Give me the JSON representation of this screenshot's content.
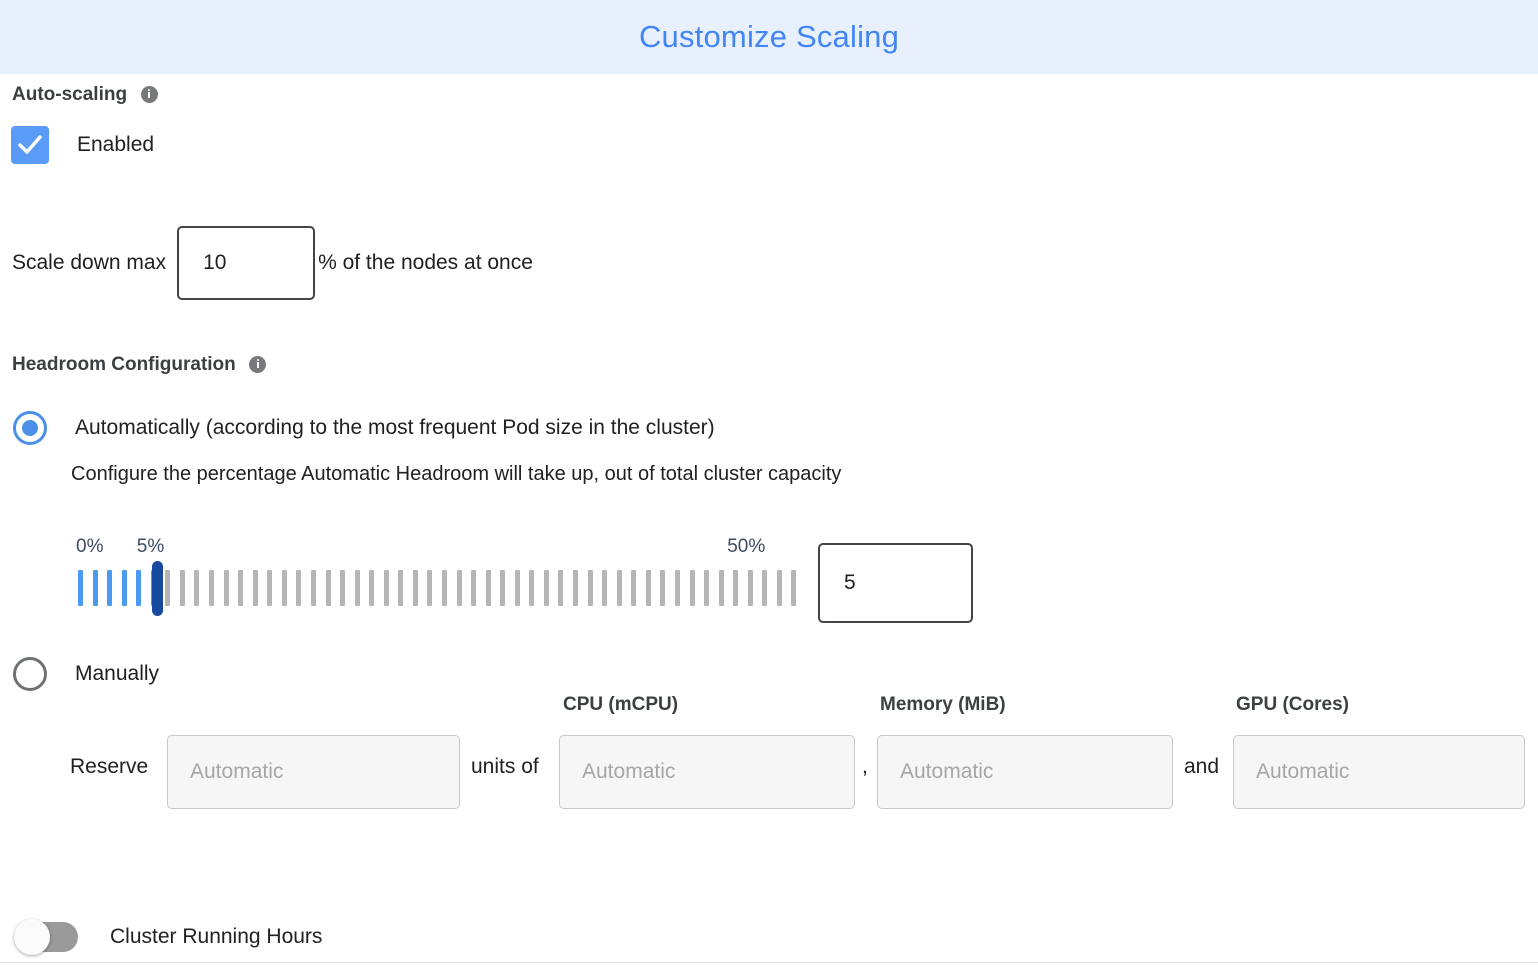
{
  "header": {
    "title": "Customize Scaling",
    "background_color": "#e9f0fd",
    "text_color": "#4285f4"
  },
  "autoscaling": {
    "section_label": "Auto-scaling",
    "info_icon": "info-icon",
    "enabled_label": "Enabled",
    "enabled_checked": true,
    "scale_down": {
      "prefix": "Scale down max",
      "value": "10",
      "suffix": "% of the nodes at once"
    }
  },
  "headroom": {
    "section_label": "Headroom Configuration",
    "info_icon": "info-icon",
    "mode": "automatic",
    "automatic": {
      "label": "Automatically (according to the most frequent Pod size in the cluster)",
      "help_text": "Configure the percentage Automatic Headroom will take up, out of total cluster capacity",
      "slider": {
        "min_label": "0%",
        "mid_label": "5%",
        "max_label": "50%",
        "min": 0,
        "max": 50,
        "value": 5,
        "tick_count": 50,
        "active_color": "#4a9bf0",
        "inactive_color": "#b5b5b5",
        "thumb_color": "#174a9e"
      },
      "percent_value": "5"
    },
    "manual": {
      "label": "Manually",
      "columns": [
        {
          "header": "CPU (mCPU)"
        },
        {
          "header": "Memory (MiB)"
        },
        {
          "header": "GPU (Cores)"
        }
      ],
      "words": {
        "reserve": "Reserve",
        "units_of": "units of",
        "comma": ",",
        "and": "and"
      },
      "inputs": {
        "reserve_placeholder": "Automatic",
        "cpu_placeholder": "Automatic",
        "memory_placeholder": "Automatic",
        "gpu_placeholder": "Automatic",
        "reserve_value": "",
        "cpu_value": "",
        "memory_value": "",
        "gpu_value": ""
      }
    }
  },
  "cluster_running_hours": {
    "label": "Cluster Running Hours",
    "enabled": false
  }
}
